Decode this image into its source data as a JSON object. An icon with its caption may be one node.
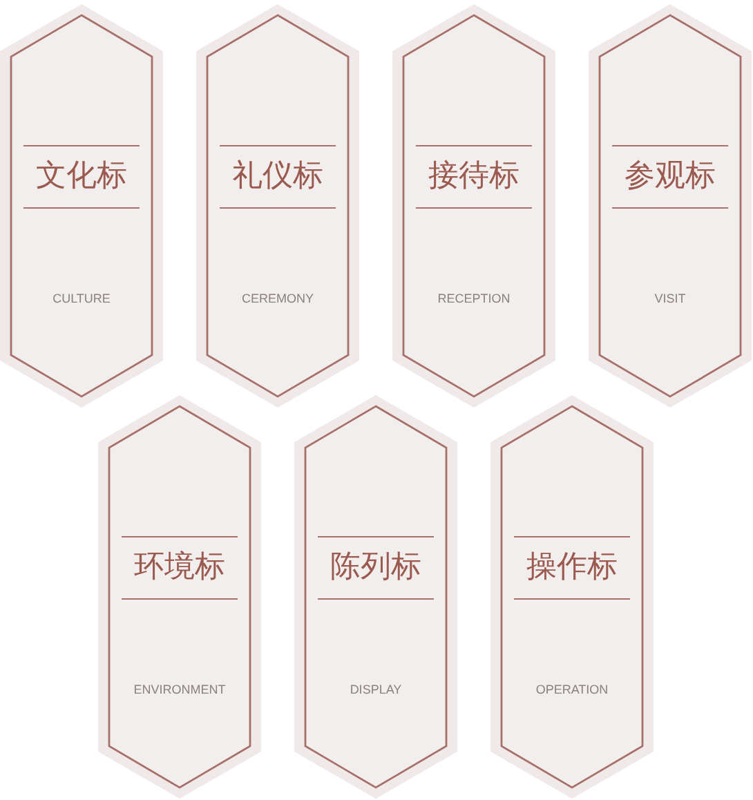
{
  "diagram": {
    "nodes": [
      {
        "text": [
          "文化标",
          "CULTURE"
        ]
      },
      {
        "text": [
          "礼仪标",
          "CEREMONY"
        ]
      },
      {
        "text": [
          "接待标",
          "RECEPTION"
        ]
      },
      {
        "text": [
          "参观标",
          "VISIT"
        ]
      },
      {
        "text": [
          "环境标",
          "ENVIRONMENT"
        ]
      },
      {
        "text": [
          "陈列标",
          "DISPLAY"
        ]
      },
      {
        "text": [
          "操作标",
          "OPERATION"
        ]
      }
    ]
  }
}
